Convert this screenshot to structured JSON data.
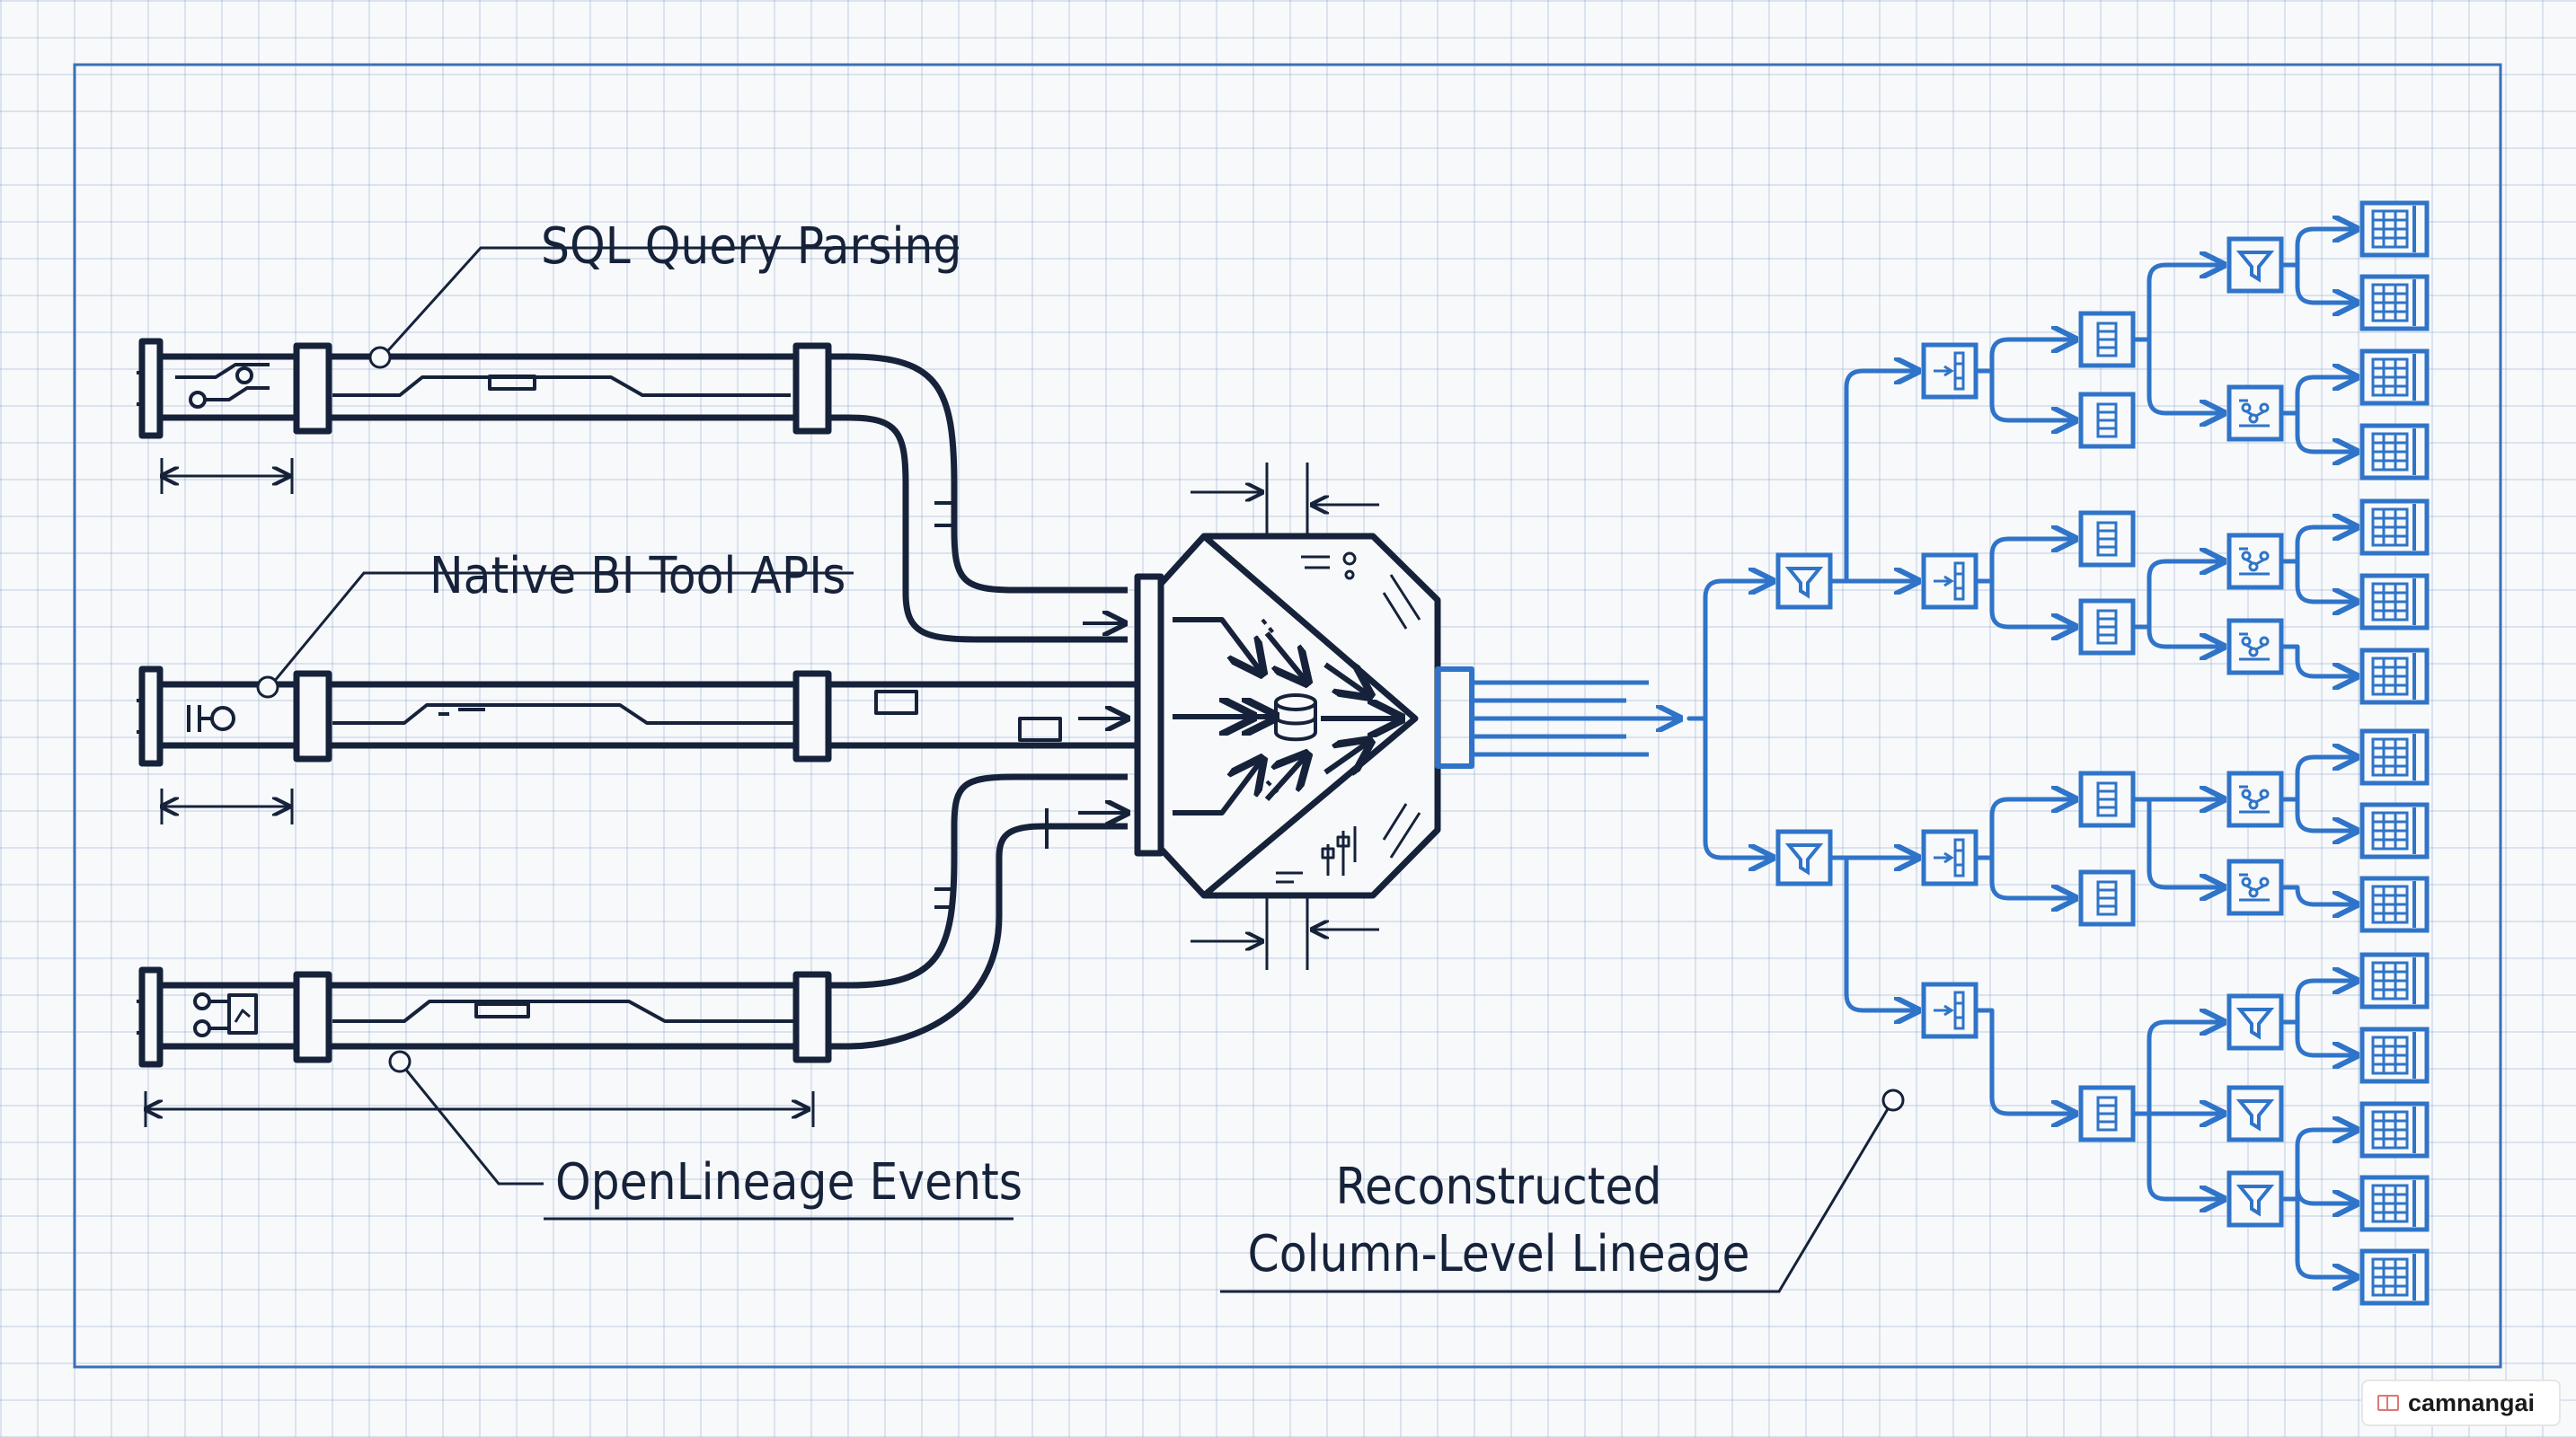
{
  "labels": {
    "sql_query_parsing": "SQL Query Parsing",
    "native_bi_tool_apis": "Native BI Tool APIs",
    "openlineage_events": "OpenLineage Events",
    "reconstructed_line1": "Reconstructed",
    "reconstructed_line2": "Column-Level Lineage"
  },
  "watermark": "camnangai",
  "colors": {
    "ink": "#16223a",
    "lineage_blue": "#2f74c8",
    "grid": "#c8d4e4",
    "frame": "#3a6fb5"
  },
  "tree": {
    "root": "filter-icon",
    "filters": [
      "filter-icon",
      "filter-icon"
    ],
    "merge_nodes": [
      "merge-icon",
      "merge-icon",
      "merge-icon",
      "merge-icon"
    ],
    "table_node": "table-icon",
    "branch_node": "branch-icon",
    "leaf_node": "grid-table-icon"
  }
}
